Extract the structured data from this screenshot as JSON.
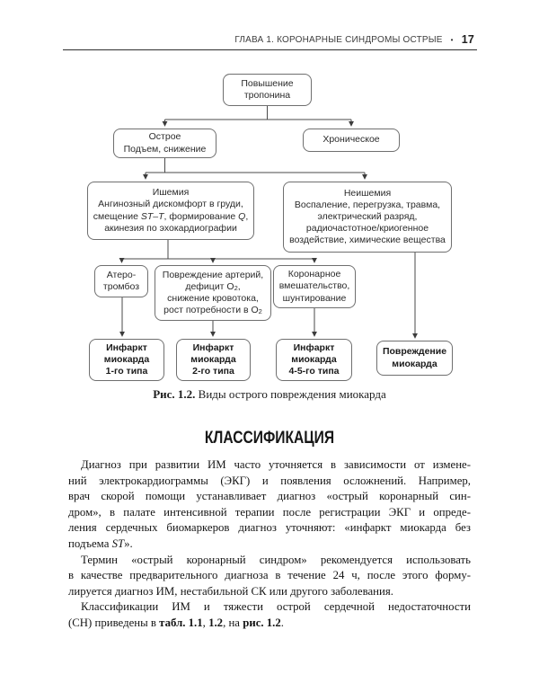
{
  "header": {
    "chapter": "ГЛАВА 1. КОРОНАРНЫЕ СИНДРОМЫ ОСТРЫЕ",
    "bullet": "•",
    "page_number": "17"
  },
  "figure": {
    "caption_label": "Рис. 1.2.",
    "caption_text": " Виды острого повреждения миокарда"
  },
  "section_heading": "КЛАССИФИКАЦИЯ",
  "chart": {
    "type": "flowchart",
    "boxes": {
      "troponin": {
        "lines": [
          [
            {
              "t": "Повышение"
            }
          ],
          [
            {
              "t": "тропонина"
            }
          ]
        ]
      },
      "acute": {
        "lines": [
          [
            {
              "t": "Острое"
            }
          ],
          [
            {
              "t": "Подъем, снижение"
            }
          ]
        ]
      },
      "chronic": {
        "lines": [
          [
            {
              "t": "Хроническое"
            }
          ]
        ]
      },
      "ischemia": {
        "lines": [
          [
            {
              "t": "Ишемия"
            }
          ],
          [
            {
              "t": "Ангинозный дискомфорт в груди,"
            }
          ],
          [
            {
              "t": "смещение "
            },
            {
              "t": "ST–T",
              "i": true
            },
            {
              "t": ", формирование "
            },
            {
              "t": "Q",
              "i": true
            },
            {
              "t": ","
            }
          ],
          [
            {
              "t": "акинезия по эхокардиографии"
            }
          ]
        ]
      },
      "nonischemia": {
        "lines": [
          [
            {
              "t": "Неишемия"
            }
          ],
          [
            {
              "t": "Воспаление, перегрузка, травма,"
            }
          ],
          [
            {
              "t": "электрический разряд,"
            }
          ],
          [
            {
              "t": "радиочастотное/криогенное"
            }
          ],
          [
            {
              "t": "воздействие, химические вещества"
            }
          ]
        ]
      },
      "athero": {
        "lines": [
          [
            {
              "t": "Атеро-"
            }
          ],
          [
            {
              "t": "тромбоз"
            }
          ]
        ]
      },
      "artery": {
        "lines": [
          [
            {
              "t": "Повреждение артерий,"
            }
          ],
          [
            {
              "t": "дефицит О"
            },
            {
              "t": "2",
              "sub": true
            },
            {
              "t": ","
            }
          ],
          [
            {
              "t": "снижение кровотока,"
            }
          ],
          [
            {
              "t": "рост потребности в О"
            },
            {
              "t": "2",
              "sub": true
            }
          ]
        ]
      },
      "coronary": {
        "lines": [
          [
            {
              "t": "Коронарное"
            }
          ],
          [
            {
              "t": "вмешательство,"
            }
          ],
          [
            {
              "t": "шунтирование"
            }
          ]
        ]
      },
      "mi1": {
        "lines": [
          [
            {
              "t": "Инфаркт"
            }
          ],
          [
            {
              "t": "миокарда"
            }
          ],
          [
            {
              "t": "1-го типа"
            }
          ]
        ]
      },
      "mi2": {
        "lines": [
          [
            {
              "t": "Инфаркт"
            }
          ],
          [
            {
              "t": "миокарда"
            }
          ],
          [
            {
              "t": "2-го типа"
            }
          ]
        ]
      },
      "mi45": {
        "lines": [
          [
            {
              "t": "Инфаркт"
            }
          ],
          [
            {
              "t": "миокарда"
            }
          ],
          [
            {
              "t": "4-5-го типа"
            }
          ]
        ]
      },
      "damage": {
        "lines": [
          [
            {
              "t": "Повреждение"
            }
          ],
          [
            {
              "t": "миокарда"
            }
          ]
        ]
      }
    },
    "edges": [
      [
        "troponin",
        "acute"
      ],
      [
        "troponin",
        "chronic"
      ],
      [
        "acute",
        "ischemia"
      ],
      [
        "acute",
        "nonischemia"
      ],
      [
        "ischemia",
        "athero"
      ],
      [
        "ischemia",
        "artery"
      ],
      [
        "ischemia",
        "coronary"
      ],
      [
        "athero",
        "mi1"
      ],
      [
        "artery",
        "mi2"
      ],
      [
        "coronary",
        "mi45"
      ],
      [
        "nonischemia",
        "damage"
      ]
    ],
    "line_color": "#4a4a4a"
  },
  "body": {
    "paragraphs": [
      {
        "lines": [
          [
            {
              "t": "Диагноз при развитии ИМ часто уточняется в зависимости от измене-"
            }
          ],
          [
            {
              "t": "ний электрокардиограммы (ЭКГ) и появления осложнений. Например,"
            }
          ],
          [
            {
              "t": "врач скорой помощи устанавливает диагноз «острый коронарный син-"
            }
          ],
          [
            {
              "t": "дром», в палате интенсивной терапии после регистрации ЭКГ и опреде-"
            }
          ],
          [
            {
              "t": "ления сердечных биомаркеров диагноз уточняют: «инфаркт миокарда без"
            }
          ],
          [
            {
              "t": "подъема "
            },
            {
              "t": "ST",
              "i": true
            },
            {
              "t": "»."
            }
          ]
        ]
      },
      {
        "lines": [
          [
            {
              "t": "Термин «острый коронарный синдром» рекомендуется использовать"
            }
          ],
          [
            {
              "t": "в качестве предварительного диагноза в течение 24 ч, после этого форму-"
            }
          ],
          [
            {
              "t": "лируется диагноз ИМ, нестабильной СК или другого заболевания."
            }
          ]
        ]
      },
      {
        "lines": [
          [
            {
              "t": "Классификации ИМ и тяжести острой сердечной недостаточности"
            }
          ],
          [
            {
              "t": "(СН) приведены в "
            },
            {
              "t": "табл. 1.1",
              "b": true
            },
            {
              "t": ", "
            },
            {
              "t": "1.2",
              "b": true
            },
            {
              "t": ", на "
            },
            {
              "t": "рис. 1.2",
              "b": true
            },
            {
              "t": "."
            }
          ]
        ]
      }
    ]
  }
}
